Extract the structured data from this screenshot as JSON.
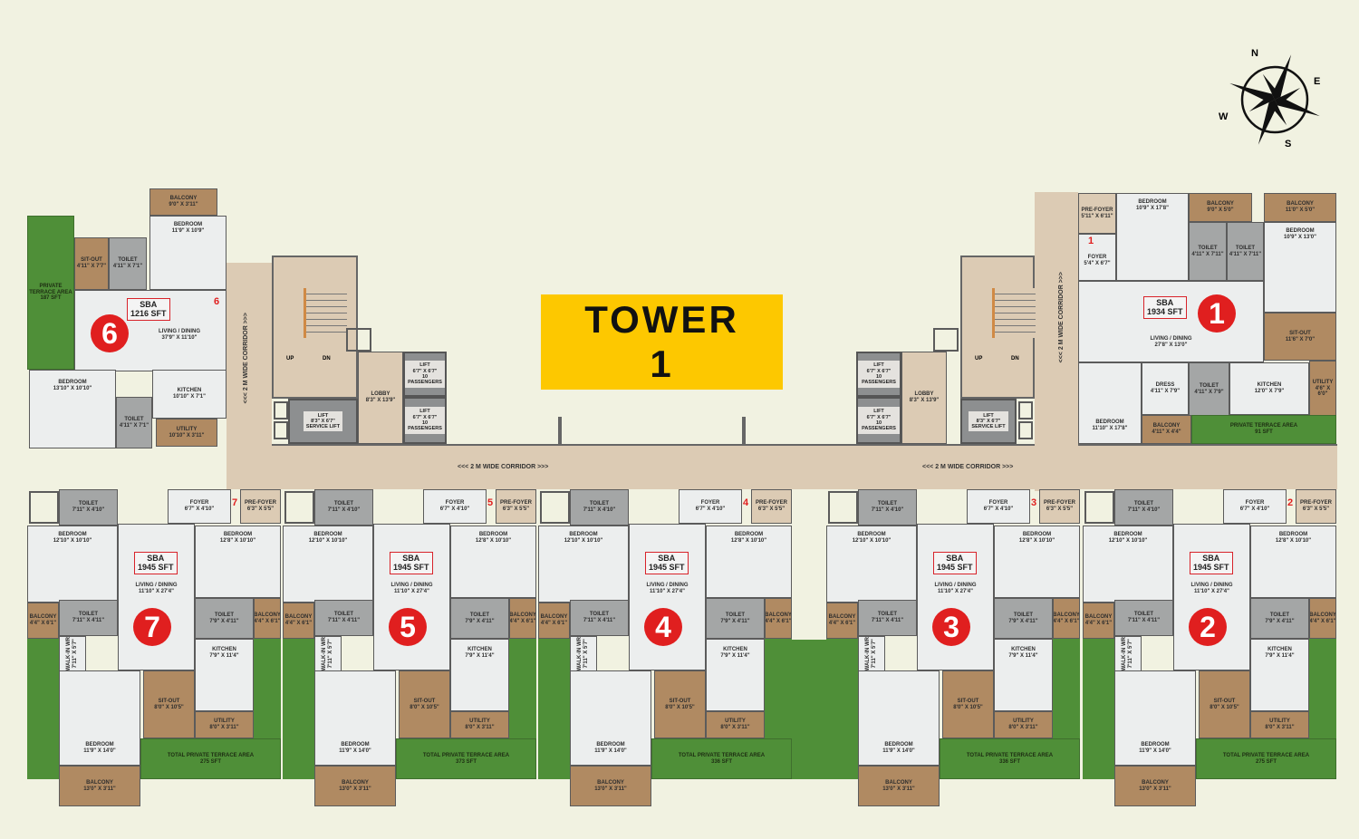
{
  "title": {
    "line1": "TOWER",
    "line2": "1"
  },
  "compass": {
    "n": "N",
    "e": "E",
    "s": "S",
    "w": "W"
  },
  "corridor_label_horizontal": "<<< 2 M WIDE CORRIDOR >>>",
  "corridor_label_vertical": "<<< 2 M WIDE CORRIDOR >>>",
  "core": {
    "stair_up": "UP",
    "stair_down": "DN",
    "lobby": {
      "name": "LOBBY",
      "size": "8'3\" X 13'9\""
    },
    "lifts": [
      {
        "name": "LIFT",
        "size": "6'7\" X 6'7\"",
        "note": "10 PASSENGERS"
      },
      {
        "name": "LIFT",
        "size": "6'7\" X 6'7\"",
        "note": "10 PASSENGERS"
      }
    ],
    "service_lift": {
      "name": "LIFT",
      "size": "8'3\" X 6'7\"",
      "note": "SERVICE LIFT"
    }
  },
  "colors": {
    "terrace": "#4f8f38",
    "corridor": "#dccbb4",
    "balcony": "#b08a62",
    "unit_marker": "#e01f1f",
    "tower_label": "#fdc800"
  },
  "units": [
    {
      "number": "6",
      "door": "6",
      "sba_label": "SBA",
      "sba": "1216 SFT",
      "rooms": [
        {
          "name": "BALCONY",
          "size": "9'0\" X 3'11\""
        },
        {
          "name": "BEDROOM",
          "size": "11'9\" X 10'9\""
        },
        {
          "name": "TOILET",
          "size": "4'11\" X 7'1\""
        },
        {
          "name": "SIT-OUT",
          "size": "4'11\" X 7'7\""
        },
        {
          "name": "PRIVATE TERRACE AREA",
          "size": "187 SFT"
        },
        {
          "name": "LIVING / DINING",
          "size": "37'9\" X 11'10\""
        },
        {
          "name": "BEDROOM",
          "size": "13'10\" X 10'10\""
        },
        {
          "name": "TOILET",
          "size": "4'11\" X 7'1\""
        },
        {
          "name": "KITCHEN",
          "size": "10'10\" X 7'1\""
        },
        {
          "name": "UTILITY",
          "size": "10'10\" X 3'11\""
        }
      ]
    },
    {
      "number": "1",
      "door": "1",
      "sba_label": "SBA",
      "sba": "1934 SFT",
      "rooms": [
        {
          "name": "PRE-FOYER",
          "size": "5'11\" X 6'11\""
        },
        {
          "name": "FOYER",
          "size": "5'4\" X 6'7\""
        },
        {
          "name": "BEDROOM",
          "size": "10'9\" X 17'8\""
        },
        {
          "name": "BALCONY",
          "size": "9'0\" X 5'0\""
        },
        {
          "name": "TOILET",
          "size": "4'11\" X 7'11\""
        },
        {
          "name": "TOILET",
          "size": "4'11\" X 7'11\""
        },
        {
          "name": "BALCONY",
          "size": "11'0\" X 5'0\""
        },
        {
          "name": "BEDROOM",
          "size": "10'9\" X 13'0\""
        },
        {
          "name": "LIVING / DINING",
          "size": "27'8\" X 13'0\""
        },
        {
          "name": "SIT-OUT",
          "size": "11'6\" X 7'0\""
        },
        {
          "name": "DRESS",
          "size": "4'11\" X 7'9\""
        },
        {
          "name": "TOILET",
          "size": "4'11\" X 7'9\""
        },
        {
          "name": "KITCHEN",
          "size": "12'0\" X 7'9\""
        },
        {
          "name": "UTILITY",
          "size": "4'6\" X 6'0\""
        },
        {
          "name": "BEDROOM",
          "size": "11'10\" X 17'8\""
        },
        {
          "name": "BALCONY",
          "size": "4'11\" X 4'4\""
        },
        {
          "name": "PRIVATE TERRACE AREA",
          "size": "91 SFT"
        }
      ]
    },
    {
      "number": "7",
      "door": "7",
      "sba_label": "SBA",
      "sba": "1945 SFT",
      "rooms": [
        {
          "name": "TOILET",
          "size": "7'11\" X 4'10\""
        },
        {
          "name": "FOYER",
          "size": "6'7\" X 4'10\""
        },
        {
          "name": "PRE-FOYER",
          "size": "6'3\" X 5'5\""
        },
        {
          "name": "BEDROOM",
          "size": "12'10\" X 10'10\""
        },
        {
          "name": "BEDROOM",
          "size": "12'8\" X 10'10\""
        },
        {
          "name": "LIVING / DINING",
          "size": "11'10\" X 27'4\""
        },
        {
          "name": "BALCONY",
          "size": "4'4\" X 6'1\""
        },
        {
          "name": "TOILET",
          "size": "7'11\" X 4'11\""
        },
        {
          "name": "TOILET",
          "size": "7'9\" X 4'11\""
        },
        {
          "name": "BALCONY",
          "size": "4'4\" X 6'1\""
        },
        {
          "name": "WALK-IN WR",
          "size": "7'11\" X 5'7\""
        },
        {
          "name": "KITCHEN",
          "size": "7'9\" X 11'4\""
        },
        {
          "name": "SIT-OUT",
          "size": "8'0\" X 10'5\""
        },
        {
          "name": "UTILITY",
          "size": "8'0\" X 3'11\""
        },
        {
          "name": "BEDROOM",
          "size": "11'9\" X 14'0\""
        },
        {
          "name": "BALCONY",
          "size": "13'0\" X 3'11\""
        },
        {
          "name": "TOTAL PRIVATE TERRACE AREA",
          "size": "275 SFT"
        }
      ]
    },
    {
      "number": "5",
      "door": "5",
      "sba_label": "SBA",
      "sba": "1945 SFT",
      "rooms": [
        {
          "name": "TOILET",
          "size": "7'11\" X 4'10\""
        },
        {
          "name": "FOYER",
          "size": "6'7\" X 4'10\""
        },
        {
          "name": "PRE-FOYER",
          "size": "6'3\" X 5'5\""
        },
        {
          "name": "BEDROOM",
          "size": "12'10\" X 10'10\""
        },
        {
          "name": "BEDROOM",
          "size": "12'8\" X 10'10\""
        },
        {
          "name": "LIVING / DINING",
          "size": "11'10\" X 27'4\""
        },
        {
          "name": "BALCONY",
          "size": "4'4\" X 6'1\""
        },
        {
          "name": "TOILET",
          "size": "7'11\" X 4'11\""
        },
        {
          "name": "TOILET",
          "size": "7'9\" X 4'11\""
        },
        {
          "name": "BALCONY",
          "size": "4'4\" X 6'1\""
        },
        {
          "name": "WALK-IN WR",
          "size": "7'11\" X 5'7\""
        },
        {
          "name": "KITCHEN",
          "size": "7'9\" X 11'4\""
        },
        {
          "name": "SIT-OUT",
          "size": "8'0\" X 10'5\""
        },
        {
          "name": "UTILITY",
          "size": "8'0\" X 3'11\""
        },
        {
          "name": "BEDROOM",
          "size": "11'9\" X 14'0\""
        },
        {
          "name": "BALCONY",
          "size": "13'0\" X 3'11\""
        },
        {
          "name": "TOTAL PRIVATE TERRACE AREA",
          "size": "373 SFT"
        }
      ]
    },
    {
      "number": "4",
      "door": "4",
      "sba_label": "SBA",
      "sba": "1945 SFT",
      "rooms": [
        {
          "name": "TOILET",
          "size": "7'11\" X 4'10\""
        },
        {
          "name": "FOYER",
          "size": "6'7\" X 4'10\""
        },
        {
          "name": "PRE-FOYER",
          "size": "6'3\" X 5'5\""
        },
        {
          "name": "BEDROOM",
          "size": "12'10\" X 10'10\""
        },
        {
          "name": "BEDROOM",
          "size": "12'8\" X 10'10\""
        },
        {
          "name": "LIVING / DINING",
          "size": "11'10\" X 27'4\""
        },
        {
          "name": "BALCONY",
          "size": "4'4\" X 6'1\""
        },
        {
          "name": "TOILET",
          "size": "7'11\" X 4'11\""
        },
        {
          "name": "TOILET",
          "size": "7'9\" X 4'11\""
        },
        {
          "name": "BALCONY",
          "size": "4'4\" X 6'1\""
        },
        {
          "name": "WALK-IN WR",
          "size": "7'11\" X 5'7\""
        },
        {
          "name": "KITCHEN",
          "size": "7'9\" X 11'4\""
        },
        {
          "name": "SIT-OUT",
          "size": "8'0\" X 10'5\""
        },
        {
          "name": "UTILITY",
          "size": "8'0\" X 3'11\""
        },
        {
          "name": "BEDROOM",
          "size": "11'9\" X 14'0\""
        },
        {
          "name": "BALCONY",
          "size": "13'0\" X 3'11\""
        },
        {
          "name": "TOTAL PRIVATE TERRACE AREA",
          "size": "336 SFT"
        }
      ]
    },
    {
      "number": "3",
      "door": "3",
      "sba_label": "SBA",
      "sba": "1945 SFT",
      "rooms": [
        {
          "name": "TOILET",
          "size": "7'11\" X 4'10\""
        },
        {
          "name": "FOYER",
          "size": "6'7\" X 4'10\""
        },
        {
          "name": "PRE-FOYER",
          "size": "6'3\" X 5'5\""
        },
        {
          "name": "BEDROOM",
          "size": "12'10\" X 10'10\""
        },
        {
          "name": "BEDROOM",
          "size": "12'8\" X 10'10\""
        },
        {
          "name": "LIVING / DINING",
          "size": "11'10\" X 27'4\""
        },
        {
          "name": "BALCONY",
          "size": "4'4\" X 6'1\""
        },
        {
          "name": "TOILET",
          "size": "7'11\" X 4'11\""
        },
        {
          "name": "TOILET",
          "size": "7'9\" X 4'11\""
        },
        {
          "name": "BALCONY",
          "size": "4'4\" X 6'1\""
        },
        {
          "name": "WALK-IN WR",
          "size": "7'11\" X 5'7\""
        },
        {
          "name": "KITCHEN",
          "size": "7'9\" X 11'4\""
        },
        {
          "name": "SIT-OUT",
          "size": "8'0\" X 10'5\""
        },
        {
          "name": "UTILITY",
          "size": "8'0\" X 3'11\""
        },
        {
          "name": "BEDROOM",
          "size": "11'9\" X 14'0\""
        },
        {
          "name": "BALCONY",
          "size": "13'0\" X 3'11\""
        },
        {
          "name": "TOTAL PRIVATE TERRACE AREA",
          "size": "336 SFT"
        }
      ]
    },
    {
      "number": "2",
      "door": "2",
      "sba_label": "SBA",
      "sba": "1945 SFT",
      "rooms": [
        {
          "name": "TOILET",
          "size": "7'11\" X 4'10\""
        },
        {
          "name": "FOYER",
          "size": "6'7\" X 4'10\""
        },
        {
          "name": "PRE-FOYER",
          "size": "6'3\" X 5'5\""
        },
        {
          "name": "BEDROOM",
          "size": "12'10\" X 10'10\""
        },
        {
          "name": "BEDROOM",
          "size": "12'8\" X 10'10\""
        },
        {
          "name": "LIVING / DINING",
          "size": "11'10\" X 27'4\""
        },
        {
          "name": "BALCONY",
          "size": "4'4\" X 6'1\""
        },
        {
          "name": "TOILET",
          "size": "7'11\" X 4'11\""
        },
        {
          "name": "TOILET",
          "size": "7'9\" X 4'11\""
        },
        {
          "name": "BALCONY",
          "size": "4'4\" X 6'1\""
        },
        {
          "name": "WALK-IN WR",
          "size": "7'11\" X 5'7\""
        },
        {
          "name": "KITCHEN",
          "size": "7'9\" X 11'4\""
        },
        {
          "name": "SIT-OUT",
          "size": "8'0\" X 10'5\""
        },
        {
          "name": "UTILITY",
          "size": "8'0\" X 3'11\""
        },
        {
          "name": "BEDROOM",
          "size": "11'9\" X 14'0\""
        },
        {
          "name": "BALCONY",
          "size": "13'0\" X 3'11\""
        },
        {
          "name": "TOTAL PRIVATE TERRACE AREA",
          "size": "275 SFT"
        }
      ]
    }
  ]
}
